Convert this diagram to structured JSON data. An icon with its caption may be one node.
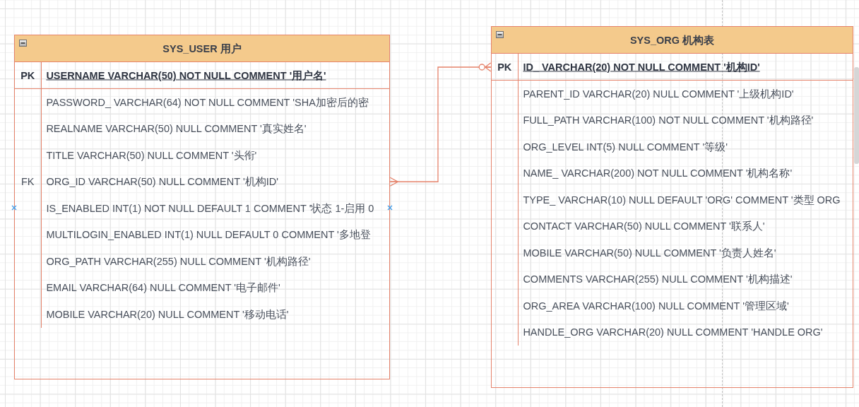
{
  "diagram": {
    "nodes": [
      {
        "text": [
          "SYS_USER 用户"
        ]
      },
      {
        "text": [
          "PK",
          "USERNAME VARCHAR(50) NOT NULL COMMENT '用户名'"
        ],
        "in": 0
      },
      {
        "text": [
          "PASSWORD_ VARCHAR(64) NOT NULL COMMENT 'SHA加密后的密"
        ],
        "in": 0
      },
      {
        "text": [
          "REALNAME VARCHAR(50) NULL COMMENT '真实姓名'"
        ],
        "in": 0
      },
      {
        "text": [
          "TITLE VARCHAR(50) NULL COMMENT '头衔'"
        ],
        "in": 0
      },
      {
        "text": [
          "FK",
          "ORG_ID VARCHAR(50) NULL COMMENT '机构ID'"
        ],
        "in": 0
      },
      {
        "text": [
          "IS_ENABLED INT(1) NOT NULL DEFAULT 1 COMMENT '状态 1-启用 0"
        ],
        "in": 0
      },
      {
        "text": [
          "MULTILOGIN_ENABLED INT(1) NULL DEFAULT 0 COMMENT '多地登"
        ],
        "in": 0
      },
      {
        "text": [
          "ORG_PATH VARCHAR(255) NULL COMMENT '机构路径'"
        ],
        "in": 0
      },
      {
        "text": [
          "EMAIL VARCHAR(64) NULL COMMENT '电子邮件'"
        ],
        "in": 0
      },
      {
        "text": [
          "MOBILE VARCHAR(20) NULL COMMENT '移动电话'"
        ],
        "in": 0
      },
      {
        "text": [
          "SYS_ORG 机构表"
        ]
      },
      {
        "text": [
          "PK",
          "ID_ VARCHAR(20) NOT NULL COMMENT '机构ID'"
        ],
        "in": 11
      },
      {
        "text": [
          "PARENT_ID VARCHAR(20) NULL COMMENT '上级机构ID'"
        ],
        "in": 11
      },
      {
        "text": [
          "FULL_PATH VARCHAR(100) NOT NULL COMMENT '机构路径'"
        ],
        "in": 11
      },
      {
        "text": [
          "ORG_LEVEL INT(5) NULL COMMENT '等级'"
        ],
        "in": 11
      },
      {
        "text": [
          "NAME_ VARCHAR(200) NOT NULL COMMENT '机构名称'"
        ],
        "in": 11
      },
      {
        "text": [
          "TYPE_ VARCHAR(10) NULL DEFAULT 'ORG' COMMENT '类型 ORG"
        ],
        "in": 11
      },
      {
        "text": [
          "CONTACT VARCHAR(50) NULL COMMENT '联系人'"
        ],
        "in": 11
      },
      {
        "text": [
          "MOBILE VARCHAR(50) NULL COMMENT '负责人姓名'"
        ],
        "in": 11
      },
      {
        "text": [
          "COMMENTS VARCHAR(255) NULL COMMENT '机构描述'"
        ],
        "in": 11
      },
      {
        "text": [
          "ORG_AREA VARCHAR(100) NULL COMMENT '管理区域'"
        ],
        "in": 11
      },
      {
        "text": [
          "HANDLE_ORG VARCHAR(20) NULL COMMENT 'HANDLE ORG'"
        ],
        "in": 11
      }
    ],
    "edges": [
      {
        "from": 5,
        "to": 12,
        "arrow": "other"
      }
    ]
  }
}
